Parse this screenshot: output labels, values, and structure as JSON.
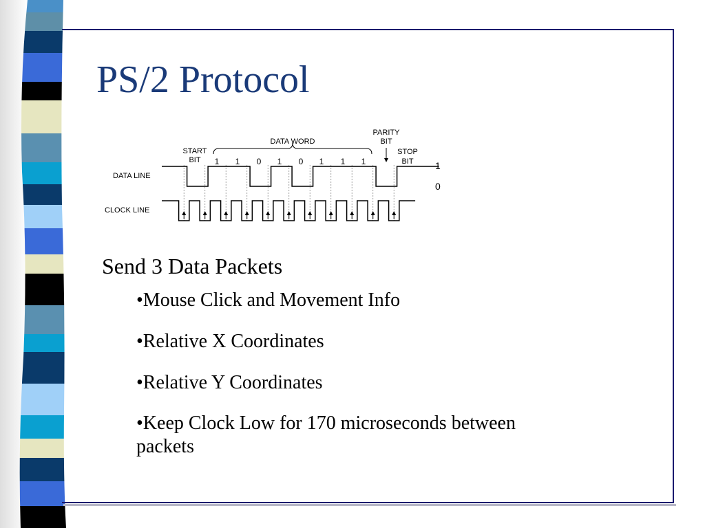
{
  "slide": {
    "title": "PS/2 Protocol",
    "main_point": "Send 3 Data Packets",
    "bullets": [
      "•Mouse Click and Movement Info",
      "•Relative X Coordinates",
      "•Relative Y Coordinates",
      "•Keep Clock Low for 170 microseconds between packets"
    ],
    "colors": {
      "title": "#1a3a78",
      "frame": "#1a1a6e"
    }
  },
  "diagram": {
    "labels": {
      "start_bit": [
        "START",
        "BIT"
      ],
      "data_word": "DATA WORD",
      "parity_bit": [
        "PARITY",
        "BIT"
      ],
      "stop_bit": [
        "STOP",
        "BIT"
      ],
      "data_line": "DATA LINE",
      "clock_line": "CLOCK LINE",
      "level_high": "1",
      "level_low": "0"
    },
    "data_bit_values": [
      "1",
      "1",
      "0",
      "1",
      "0",
      "1",
      "1",
      "1"
    ],
    "data_levels": [
      1,
      0,
      1,
      1,
      0,
      1,
      0,
      1,
      1,
      1,
      0,
      1,
      1
    ],
    "clock_pulse_count": 11
  }
}
